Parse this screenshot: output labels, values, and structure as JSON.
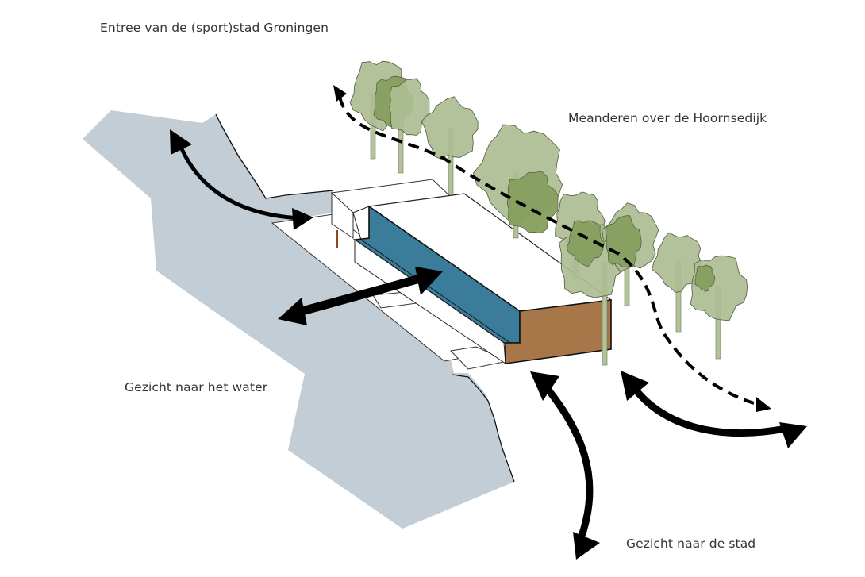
{
  "diagram": {
    "type": "architectural site concept diagram",
    "labels": {
      "entrance": "Entree van de (sport)stad Groningen",
      "meander": "Meanderen over de Hoornsedijk",
      "water": "Gezicht naar het water",
      "city": "Gezicht naar de stad"
    },
    "colors": {
      "water": "#c3cdd5",
      "facade_blue": "#3b7c9b",
      "facade_brown": "#a7774a",
      "tree_light": "#adbd93",
      "tree_dark": "#869e5e",
      "trunk": "#b3c29a",
      "arrow": "#000000",
      "building_roof": "#ffffff",
      "outline": "#222222"
    },
    "elements": {
      "water_body": "Water area (canal) along the west side",
      "building": "Elongated white building volume with blue and brown facades",
      "tree_row": "Row of trees along the Hoornsedijk",
      "arrows": [
        {
          "name": "entrance-arrow",
          "style": "solid curved double-headed",
          "meaning": "Entree van de (sport)stad Groningen"
        },
        {
          "name": "water-view-arrow",
          "style": "solid straight double-headed",
          "meaning": "Gezicht naar het water"
        },
        {
          "name": "meander-path-arrow",
          "style": "dashed curved double-headed",
          "meaning": "Meanderen over de Hoornsedijk"
        },
        {
          "name": "city-view-arrow-south",
          "style": "solid curved double-headed",
          "meaning": "Gezicht naar de stad"
        },
        {
          "name": "city-view-arrow-east",
          "style": "solid curved double-headed",
          "meaning": "Gezicht naar de stad"
        }
      ]
    }
  }
}
